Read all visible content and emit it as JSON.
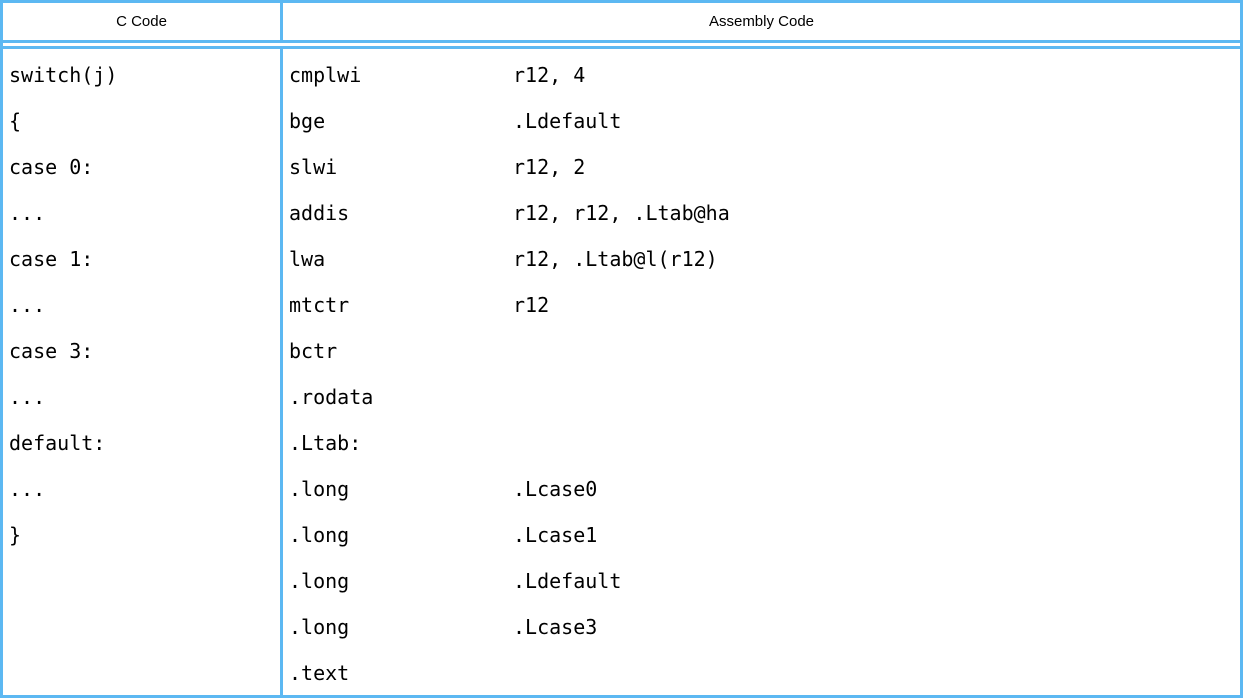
{
  "table": {
    "colors": {
      "border": "#5cb8f2",
      "text": "#000000",
      "background": "#ffffff"
    },
    "headers": {
      "c_code": "C Code",
      "assembly_code": "Assembly Code"
    },
    "c_lines": [
      "switch(j)",
      "{",
      "case 0:",
      "...",
      "case 1:",
      "...",
      "case 3:",
      "...",
      "default:",
      "...",
      "}"
    ],
    "asm_rows": [
      {
        "mnemonic": "cmplwi",
        "operand": "r12, 4"
      },
      {
        "mnemonic": "bge",
        "operand": ".Ldefault"
      },
      {
        "mnemonic": "slwi",
        "operand": "r12, 2"
      },
      {
        "mnemonic": "addis",
        "operand": "r12, r12, .Ltab@ha"
      },
      {
        "mnemonic": "lwa",
        "operand": "r12, .Ltab@l(r12)"
      },
      {
        "mnemonic": "mtctr",
        "operand": "r12"
      },
      {
        "mnemonic": "bctr",
        "operand": ""
      },
      {
        "mnemonic": ".rodata",
        "operand": ""
      },
      {
        "mnemonic": ".Ltab:",
        "operand": ""
      },
      {
        "mnemonic": ".long",
        "operand": ".Lcase0"
      },
      {
        "mnemonic": ".long",
        "operand": ".Lcase1"
      },
      {
        "mnemonic": ".long",
        "operand": ".Ldefault"
      },
      {
        "mnemonic": ".long",
        "operand": ".Lcase3"
      },
      {
        "mnemonic": ".text",
        "operand": ""
      }
    ]
  }
}
